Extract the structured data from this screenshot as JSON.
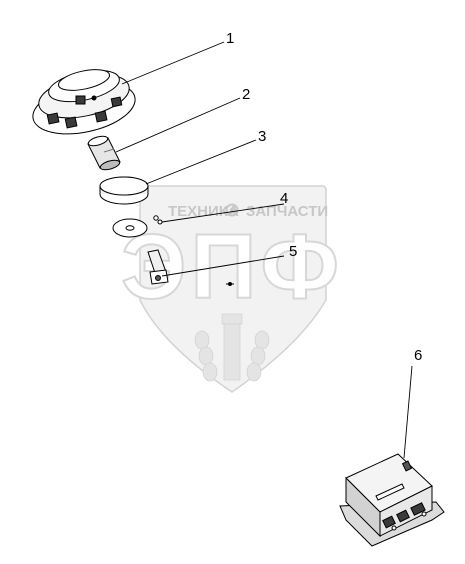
{
  "watermark": {
    "top_text_left": "ТЕХНИКА",
    "top_text_right": "ЗАПЧАСТИ",
    "big_text": "ЭПФ",
    "color": "#c8c8c8"
  },
  "callouts": [
    {
      "number": "1",
      "part": "antenna"
    },
    {
      "number": "2",
      "part": "adapter"
    },
    {
      "number": "3",
      "part": "mount-cup"
    },
    {
      "number": "4",
      "part": "washer"
    },
    {
      "number": "5",
      "part": "bracket"
    },
    {
      "number": "6",
      "part": "control-unit"
    }
  ],
  "colors": {
    "line": "#000000",
    "part_fill": "#ffffff",
    "shade": "#9a9a9a",
    "dark": "#3a3a3a"
  }
}
